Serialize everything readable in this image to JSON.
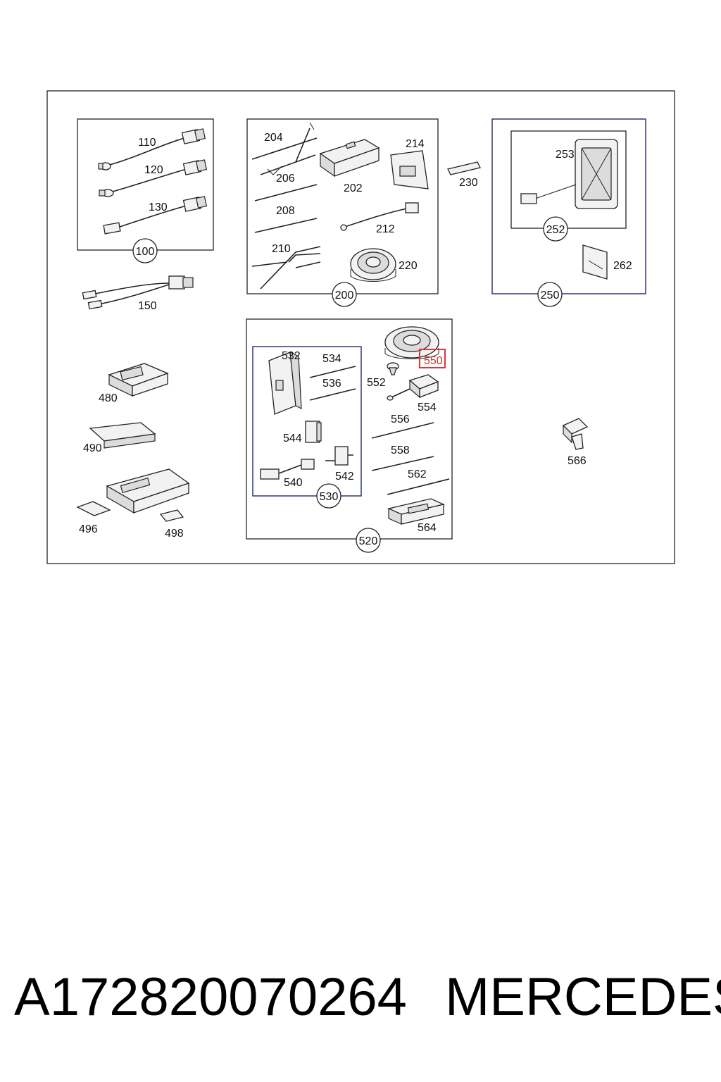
{
  "diagram": {
    "labels": {
      "l110": "110",
      "l120": "120",
      "l130": "130",
      "l100": "100",
      "l150": "150",
      "l204": "204",
      "l206": "206",
      "l208": "208",
      "l210": "210",
      "l202": "202",
      "l214": "214",
      "l212": "212",
      "l220": "220",
      "l200": "200",
      "l230": "230",
      "l253": "253",
      "l252": "252",
      "l262": "262",
      "l250": "250",
      "l480": "480",
      "l490": "490",
      "l496": "496",
      "l498": "498",
      "l532": "532",
      "l534": "534",
      "l536": "536",
      "l544": "544",
      "l540": "540",
      "l542": "542",
      "l530": "530",
      "l550": "550",
      "l552": "552",
      "l554": "554",
      "l556": "556",
      "l558": "558",
      "l562": "562",
      "l564": "564",
      "l520": "520",
      "l566": "566"
    },
    "highlighted_part": "550",
    "highlight_color": "#d93a3a"
  },
  "footer": {
    "part_number": "A172820070264",
    "brand": "MERCEDES"
  }
}
